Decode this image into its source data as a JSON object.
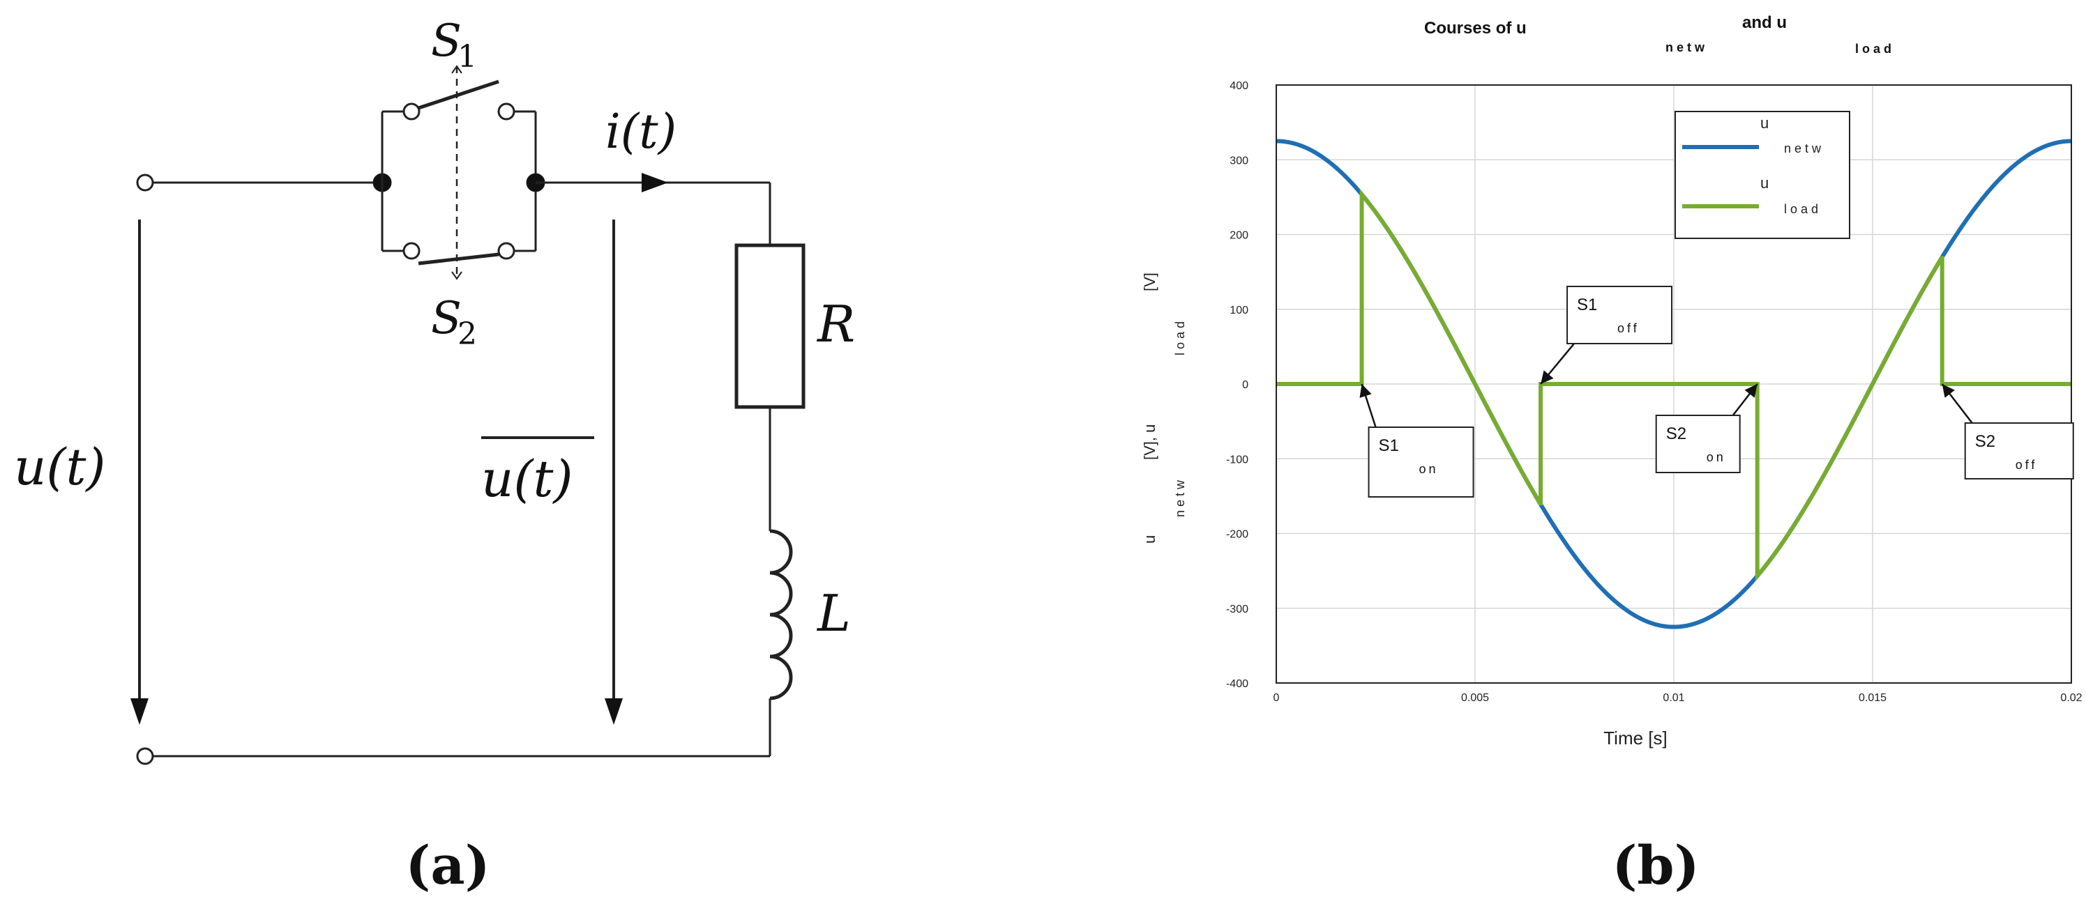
{
  "panel_a": {
    "caption": "(a)",
    "s1_label": "S",
    "s1_sub": "1",
    "s2_label": "S",
    "s2_sub": "2",
    "current_label": "i(t)",
    "source_voltage_label": "u(t)",
    "load_voltage_label": "u(t)",
    "resistor_label": "R",
    "inductor_label": "L"
  },
  "panel_b": {
    "caption": "(b)",
    "annotations": [
      {
        "main": "S1",
        "sub": "off",
        "x": 0.00665,
        "y": 0
      },
      {
        "main": "S1",
        "sub": "on",
        "x": 0.00215,
        "y": 0
      },
      {
        "main": "S2",
        "sub": "on",
        "x": 0.0121,
        "y": 0
      },
      {
        "main": "S2",
        "sub": "off",
        "x": 0.01675,
        "y": 0
      }
    ]
  },
  "chart_data": {
    "type": "line",
    "title": {
      "part1": "Courses of u",
      "sub1": "n e t w",
      "part2": "and u",
      "sub2": "l o a d"
    },
    "xlabel": "Time [s]",
    "ylabel": {
      "u1": "u",
      "sub1": "n e t w",
      "mid": "[V], u",
      "sub2": "l o a d",
      "end": "[V]"
    },
    "xlim": [
      0,
      0.02
    ],
    "ylim": [
      -400,
      400
    ],
    "xticks": [
      0,
      0.005,
      0.01,
      0.015,
      0.02
    ],
    "xtick_labels": [
      "0",
      "0.005",
      "0.01",
      "0.015",
      "0.02"
    ],
    "yticks": [
      400,
      300,
      200,
      100,
      0,
      -100,
      -200,
      -300,
      -400
    ],
    "ytick_labels": [
      "400",
      "300",
      "200",
      "100",
      "0",
      "-100",
      "-200",
      "-300",
      "-400"
    ],
    "grid": true,
    "legend_position": "top-right",
    "series": [
      {
        "name_main": "u",
        "name_sub": "n e t w",
        "color": "#1f6fb5",
        "description": "325*cos(2*pi*50*t)",
        "amplitude": 325,
        "frequency_hz": 50
      },
      {
        "name_main": "u",
        "name_sub": "l o a d",
        "color": "#77ac30",
        "description": "equals u_netw while S1 or S2 conducts, else 0",
        "conduction_intervals": [
          [
            0.00215,
            0.00665
          ],
          [
            0.0121,
            0.01675
          ]
        ]
      }
    ]
  }
}
